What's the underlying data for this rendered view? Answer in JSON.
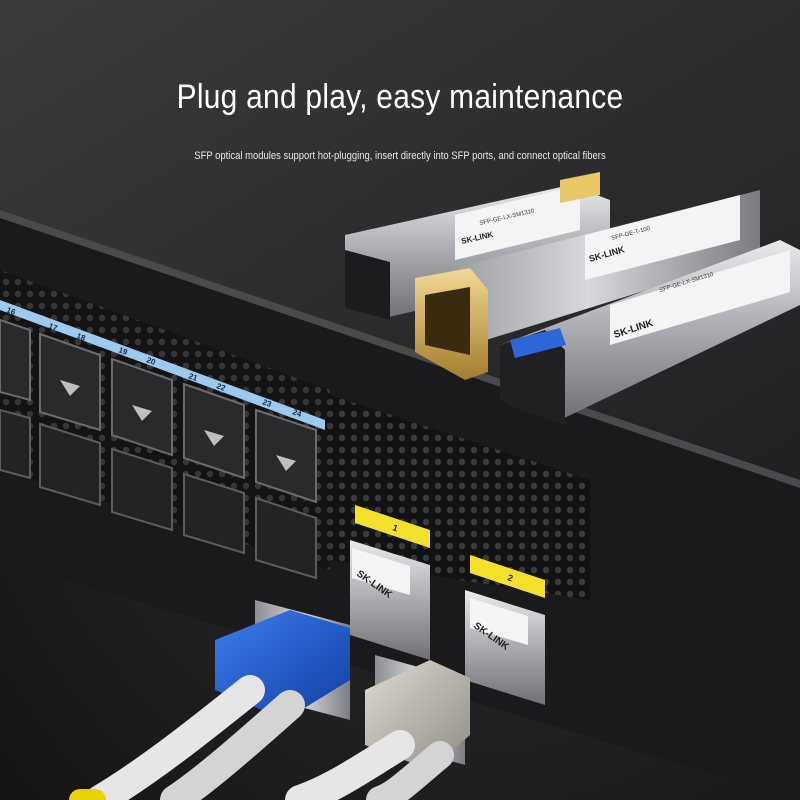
{
  "headline": "Plug and play, easy maintenance",
  "subline": "SFP optical modules support hot-plugging, insert directly into SFP ports, and connect optical fibers",
  "brand": "SK-LINK",
  "port_labels": [
    "16",
    "17",
    "18",
    "19",
    "20",
    "21",
    "22",
    "23",
    "24"
  ],
  "slot_labels": [
    "1",
    "2"
  ],
  "module_labels": [
    "SFP-GE-LX-SM1310",
    "SFP-GE-T-100",
    "SFP-GE-LX-SM1310"
  ],
  "colors": {
    "accent_port_strip": "#9ec9ee",
    "slot_tag_yellow": "#f2e02b",
    "connector_blue": "#1f5fd6",
    "connector_gray": "#c9c6be",
    "fiber_yellow": "#e8d200"
  }
}
